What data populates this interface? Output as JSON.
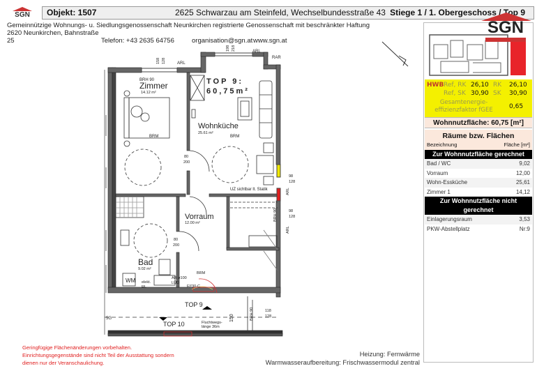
{
  "header": {
    "logo_text": "SGN",
    "objekt": "Objekt:  1507",
    "address": "2625 Schwarzau am Steinfeld, Wechselbundesstraße 43",
    "stiege": "Stiege 1 / 1. Obergeschoss / Top 9"
  },
  "company": {
    "line1": "Gemeinnützige Wohnungs- u. Siedlungsgenossenschaft Neunkirchen registrierte Genossenschaft mit beschränkter Haftung",
    "address": "2620 Neunkirchen, Bahnstraße 25",
    "phone": "Telefon: +43 2635 64756",
    "email": "organisation@sgn.at",
    "web": "www.sgn.at"
  },
  "big_logo": "SGN",
  "energy": {
    "hwb": "HWB",
    "ref_rk_label": "Ref, RK",
    "ref_rk": "26,10",
    "rk_label": "RK",
    "rk": "26,10",
    "ref_sk_label": "Ref, SK",
    "ref_sk": "30,90",
    "sk_label": "SK",
    "sk": "30,90",
    "fgee_label": "Gesamtenergie-effizienzfaktor fGEE",
    "fgee": "0,65",
    "colors": {
      "bg": "#f4f000"
    }
  },
  "wohnnutzflaeche": "Wohnnutzfläche: 60,75 [m²]",
  "rooms": {
    "title": "Räume bzw. Flächen",
    "col_name": "Bezeichnung",
    "col_area": "Fläche [m²]",
    "section1": "Zur Wohnnutzfläche gerechnet",
    "included": [
      {
        "name": "Bad / WC",
        "area": "9,02"
      },
      {
        "name": "Vorraum",
        "area": "12,00"
      },
      {
        "name": "Wohn-Essküche",
        "area": "25,61"
      },
      {
        "name": "Zimmer 1",
        "area": "14,12"
      }
    ],
    "section2": "Zur Wohnnutzfläche nicht gerechnet",
    "excluded": [
      {
        "name": "Einlagerungsraum",
        "area": "3,53"
      },
      {
        "name": "PKW-Abstellplatz",
        "area": "Nr:9"
      }
    ]
  },
  "plan": {
    "top_label": "TOP 9:",
    "top_area": "60,75m²",
    "zimmer": "Zimmer",
    "zimmer_area": "14.12 m²",
    "wohnkueche": "Wohnküche",
    "wohnkueche_area": "25.61 m²",
    "vorraum": "Vorraum",
    "vorraum_area": "12.00 m²",
    "bad": "Bad",
    "bad_area": "9.02 m²",
    "brh90": "BRH 90",
    "brm": "BRM",
    "arl": "ARL",
    "rar": "RAR",
    "win1a": "158",
    "win1b": "128",
    "win2a": "198",
    "win2b": "218",
    "d80": "80",
    "d200": "200",
    "w98": "98",
    "w128": "128",
    "w118": "118",
    "statik": "UZ sichtbar lt. Statik",
    "wm": "WM",
    "elekt": "elekt.",
    "rl": "RL",
    "ar": "AR ø100",
    "lod": "LÜD",
    "ei": "EI²30-C",
    "top9": "TOP 9",
    "top10": "TOP 10",
    "flucht": "Fluchtwegs-",
    "flucht2": "länge 36m",
    "d150": "150",
    "og": "5G"
  },
  "notes": {
    "line1": "Geringfügige Flächenänderungen vorbehalten.",
    "line2": "Einrichtungsgegenstände sind nicht Teil der Ausstattung sondern",
    "line3": "dienen nur der Veranschaulichung."
  },
  "heating": {
    "line1": "Heizung: Fernwärme",
    "line2": "Warmwasseraufbereitung: Frischwassermodul zentral"
  }
}
